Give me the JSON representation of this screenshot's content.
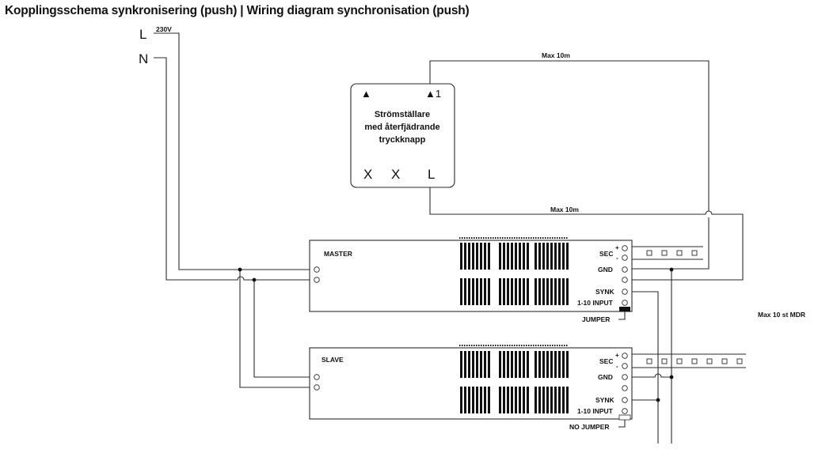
{
  "title": "Kopplingsschema synkronisering (push) | Wiring diagram synchronisation (push)",
  "mains": {
    "l_label": "L",
    "n_label": "N",
    "voltage": "230V"
  },
  "switch": {
    "arrow_left": "▲",
    "arrow_right": "▲1",
    "line1": "Strömställare",
    "line2": "med återfjädrande",
    "line3": "tryckknapp",
    "term_x1": "X",
    "term_x2": "X",
    "term_l": "L"
  },
  "distance_top": "Max 10m",
  "distance_mid": "Max 10m",
  "master": {
    "name": "MASTER",
    "sec": "SEC",
    "plus": "+",
    "minus": "-",
    "gnd": "GND",
    "synk": "SYNK",
    "input": "1-10 INPUT",
    "jumper": "JUMPER"
  },
  "slave": {
    "name": "SLAVE",
    "sec": "SEC",
    "plus": "+",
    "minus": "-",
    "gnd": "GND",
    "synk": "SYNK",
    "input": "1-10 INPUT",
    "jumper": "NO JUMPER"
  },
  "mdr_note": "Max 10 st MDR"
}
